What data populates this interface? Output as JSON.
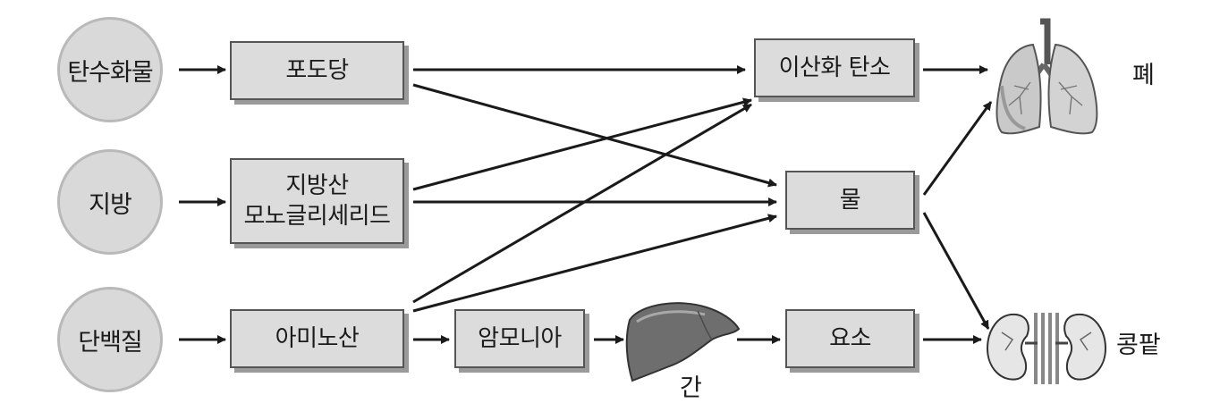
{
  "sources": {
    "carbohydrate": "탄수화물",
    "fat": "지방",
    "protein": "단백질"
  },
  "intermediates": {
    "glucose": "포도당",
    "fatty_acid_line1": "지방산",
    "fatty_acid_line2": "모노글리세리드",
    "amino_acid": "아미노산",
    "ammonia": "암모니아"
  },
  "products": {
    "co2": "이산화 탄소",
    "water": "물",
    "urea": "요소"
  },
  "organs": {
    "liver": "간",
    "lung": "폐",
    "kidney": "콩팥"
  },
  "icons": {
    "liver": "liver-icon",
    "lung": "lung-icon",
    "kidney": "kidney-icon"
  },
  "colors": {
    "circle_fill": "#d9d9d9",
    "box_fill": "#dcdcdc",
    "arrow": "#1a1a1a"
  }
}
